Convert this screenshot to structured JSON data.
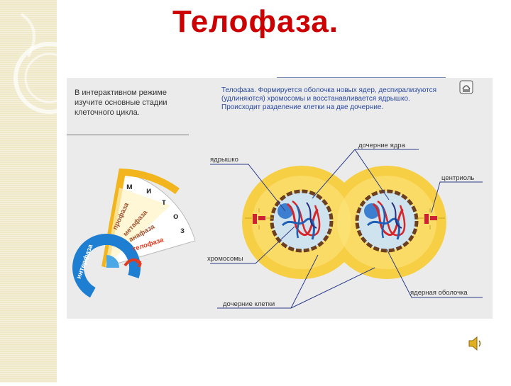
{
  "slide": {
    "title": "Телофаза."
  },
  "intro_text": "В интерактивном режиме изучите основные стадии клеточного цикла.",
  "description": "Телофаза. Формируется оболочка новых ядер, деспирализуются (удлиняются) хромосомы и восстанавливается ядрышко. Происходит разделение клетки на две дочерние.",
  "labels": {
    "nucleolus": "ядрышко",
    "daughter_nuclei": "дочерние ядра",
    "centriole": "центриоль",
    "chromosomes": "хромосомы",
    "daughter_cells": "дочерние клетки",
    "nuclear_envelope": "ядерная оболочка"
  },
  "wheel": {
    "mitosis_letters": [
      "м",
      "и",
      "т",
      "о",
      "з"
    ],
    "phases": [
      "профаза",
      "метафаза",
      "анафаза",
      "телофаза"
    ],
    "interphase_label": "интерфаза",
    "active_phase": "телофаза"
  },
  "colors": {
    "title": "#cc0000",
    "cell_fill": "#f7cf45",
    "nucleus_fill": "#cfe3ee",
    "chromosome_red": "#d6262a",
    "chromosome_blue": "#1f5fb5",
    "interphase_ring": "#1e7fd2"
  },
  "icons": {
    "pdf": "document-icon",
    "speaker": "speaker-icon"
  }
}
